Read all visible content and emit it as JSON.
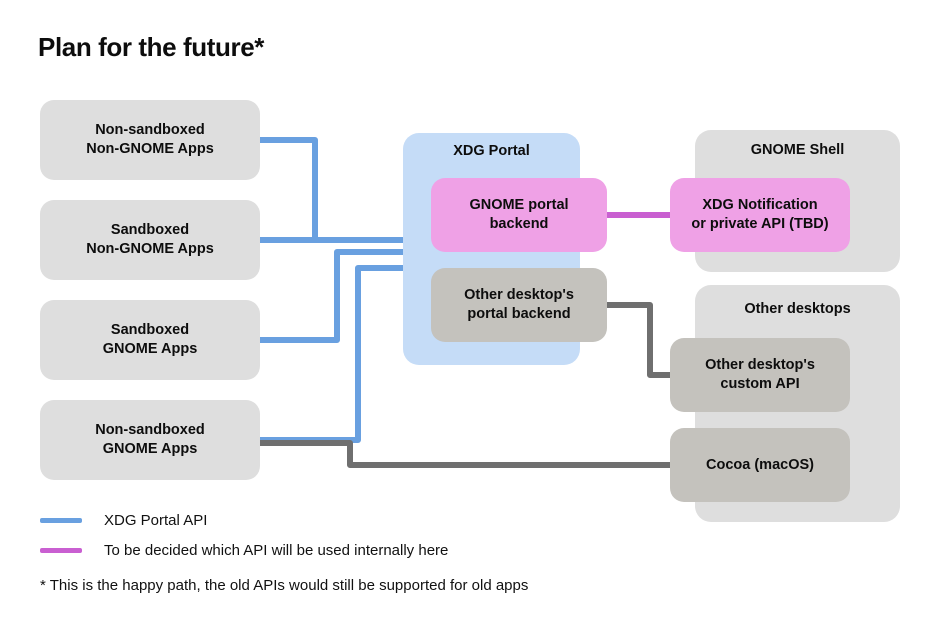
{
  "title": "Plan for the future*",
  "colors": {
    "blue_line": "#69a0e0",
    "pink_line": "#c95fd1",
    "gray_line": "#6f6f6f",
    "app_box": "#dedede",
    "portal_panel": "#c5dcf7",
    "pink_box": "#efa1e6",
    "gray_inner_box": "#c4c2bd",
    "panel_gray": "#dedede",
    "text": "#0d0d0d",
    "background": "#ffffff"
  },
  "app_nodes": [
    {
      "id": "non-sandboxed-non-gnome-apps",
      "label": "Non-sandboxed\nNon-GNOME Apps"
    },
    {
      "id": "sandboxed-non-gnome-apps",
      "label": "Sandboxed\nNon-GNOME Apps"
    },
    {
      "id": "sandboxed-gnome-apps",
      "label": "Sandboxed\nGNOME Apps"
    },
    {
      "id": "non-sandboxed-gnome-apps",
      "label": "Non-sandboxed\nGNOME Apps"
    }
  ],
  "xdg_portal": {
    "title": "XDG Portal",
    "backends": [
      {
        "id": "gnome-portal-backend",
        "label": "GNOME portal\nbackend"
      },
      {
        "id": "other-desktops-portal-backend",
        "label": "Other desktop's\nportal backend"
      }
    ]
  },
  "gnome_shell": {
    "title": "GNOME Shell",
    "items": [
      {
        "id": "xdg-notification-or-private-api",
        "label": "XDG Notification\nor private API (TBD)"
      }
    ]
  },
  "other_desktops": {
    "title": "Other desktops",
    "items": [
      {
        "id": "other-desktops-custom-api",
        "label": "Other desktop's\ncustom API"
      },
      {
        "id": "cocoa-macos",
        "label": "Cocoa (macOS)"
      }
    ]
  },
  "legend": {
    "entries": [
      {
        "id": "xdg-portal-api",
        "color": "#69a0e0",
        "label": "XDG Portal API"
      },
      {
        "id": "to-be-decided-api",
        "color": "#c95fd1",
        "label": "To be decided which API will be used internally here"
      }
    ],
    "footnote": "* This is the happy path, the old APIs would still be supported for old apps"
  }
}
